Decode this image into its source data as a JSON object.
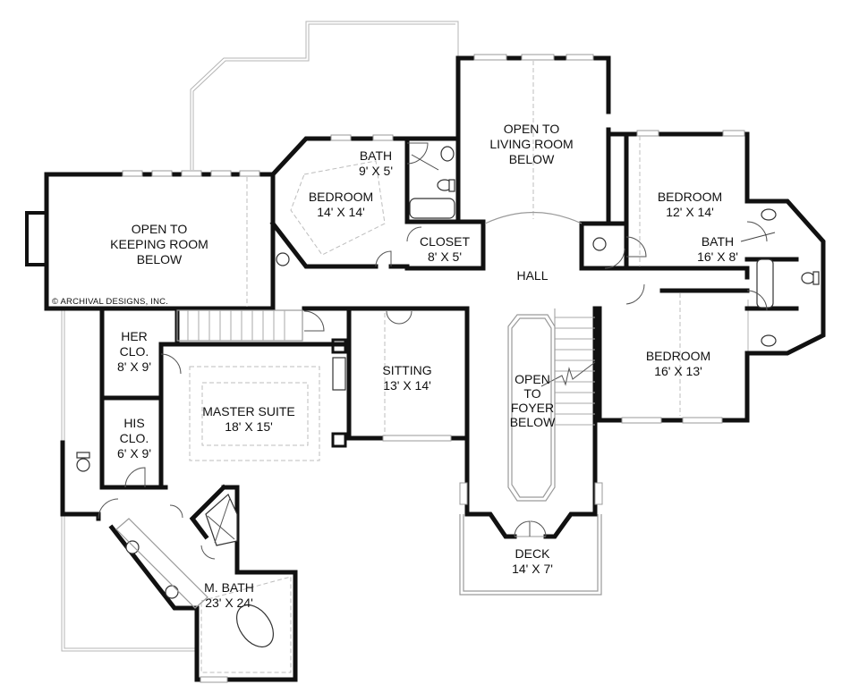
{
  "plan": {
    "copyright": "© ARCHIVAL DESIGNS, INC.",
    "rooms": [
      {
        "id": "keeping",
        "name": "OPEN TO",
        "name2": "KEEPING ROOM",
        "dims": "BELOW"
      },
      {
        "id": "bedroom-nw",
        "name": "BEDROOM",
        "dims": "14' X 14'"
      },
      {
        "id": "bath-n",
        "name": "BATH",
        "dims": "9' X 5'"
      },
      {
        "id": "closet",
        "name": "CLOSET",
        "dims": "8' X 5'"
      },
      {
        "id": "living",
        "name": "OPEN TO",
        "name2": "LIVING ROOM",
        "dims": "BELOW"
      },
      {
        "id": "bedroom-ne",
        "name": "BEDROOM",
        "dims": "12' X 14'"
      },
      {
        "id": "bath-e",
        "name": "BATH",
        "dims": "16' X 8'"
      },
      {
        "id": "hall",
        "name": "HALL"
      },
      {
        "id": "bedroom-se",
        "name": "BEDROOM",
        "dims": "16' X 13'"
      },
      {
        "id": "her-clo",
        "name": "HER",
        "name2": "CLO.",
        "dims": "8' X 9'"
      },
      {
        "id": "his-clo",
        "name": "HIS",
        "name2": "CLO.",
        "dims": "6' X 9'"
      },
      {
        "id": "master",
        "name": "MASTER SUITE",
        "dims": "18' X 15'"
      },
      {
        "id": "sitting",
        "name": "SITTING",
        "dims": "13' X 14'"
      },
      {
        "id": "foyer",
        "name": "OPEN",
        "name2": "TO",
        "name3": "FOYER",
        "dims": "BELOW"
      },
      {
        "id": "deck",
        "name": "DECK",
        "dims": "14' X 7'"
      },
      {
        "id": "mbath",
        "name": "M. BATH",
        "dims": "23' X 24'"
      }
    ]
  }
}
